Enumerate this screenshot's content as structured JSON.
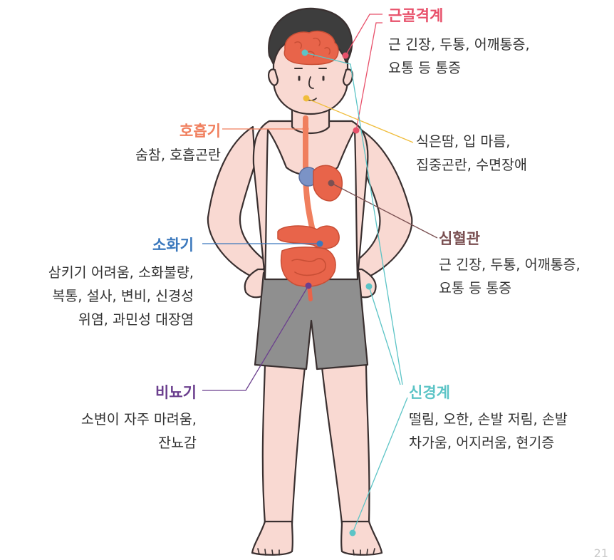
{
  "colors": {
    "musculoskeletal": "#e8506a",
    "respiratory": "#f07f5e",
    "cardiovascular": "#7a5052",
    "digestive": "#3b78bd",
    "urinary": "#6b3f8e",
    "nervous": "#5cc4c6",
    "mouth_line": "#f0bd3c",
    "skin": "#f9d9d2",
    "outline": "#3a3030",
    "hair": "#3d3d3d",
    "shorts": "#8f8f8f",
    "organ": "#e8644a",
    "organ_dark": "#c84e35"
  },
  "systems": {
    "musculoskeletal": {
      "title": "근골격계",
      "lines": [
        "근 긴장, 두통, 어깨통증,",
        "요통 등 통증"
      ]
    },
    "mouth": {
      "lines": [
        "식은땀, 입 마름,",
        "집중곤란, 수면장애"
      ]
    },
    "respiratory": {
      "title": "호흡기",
      "lines": [
        "숨참, 호흡곤란"
      ]
    },
    "cardiovascular": {
      "title": "심혈관",
      "lines": [
        "근 긴장, 두통, 어깨통증,",
        "요통 등 통증"
      ]
    },
    "digestive": {
      "title": "소화기",
      "lines": [
        "삼키기 어려움, 소화불량,",
        "복통, 설사, 변비, 신경성",
        "위염, 과민성 대장염"
      ]
    },
    "urinary": {
      "title": "비뇨기",
      "lines": [
        "소변이 자주 마려움,",
        "잔뇨감"
      ]
    },
    "nervous": {
      "title": "신경계",
      "lines": [
        "떨림, 오한, 손발 저림, 손발",
        "차가움, 어지러움, 현기증"
      ]
    }
  },
  "page_number": "21"
}
